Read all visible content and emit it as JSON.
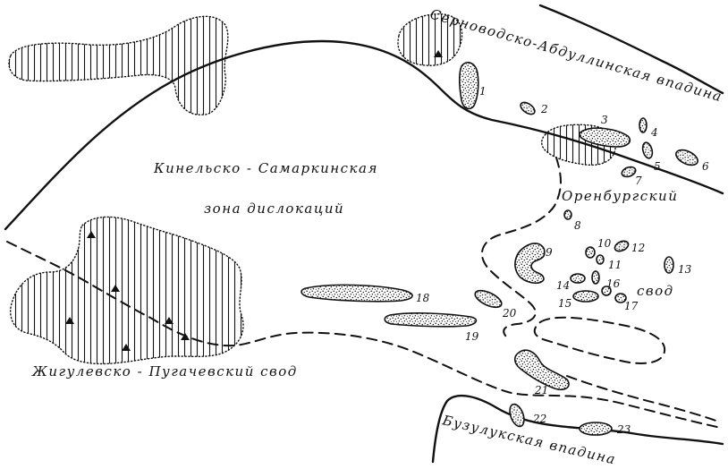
{
  "map": {
    "regions": {
      "sernovodsk": "Серноводско-Абдуллинская впадина",
      "kinel": "Кинельско - Самаркинская",
      "kinel_2": "зона  дислокаций",
      "orenburg": "Оренбургский",
      "orenburg_2": "свод",
      "zhigulevsk": "Жигулевско - Пугачевский   свод",
      "buzuluk": "Бузулукская впадина"
    },
    "fields": [
      "1",
      "2",
      "3",
      "4",
      "5",
      "6",
      "7",
      "8",
      "9",
      "10",
      "11",
      "12",
      "13",
      "14",
      "15",
      "16",
      "17",
      "18",
      "19",
      "20",
      "21",
      "22",
      "23"
    ],
    "legend_symbols": {
      "hatched_area": "vertical-hatch",
      "oil_field": "stipple",
      "well": "triangle-icon",
      "boundary": "solid-line",
      "structure_boundary": "dashed-line"
    }
  }
}
